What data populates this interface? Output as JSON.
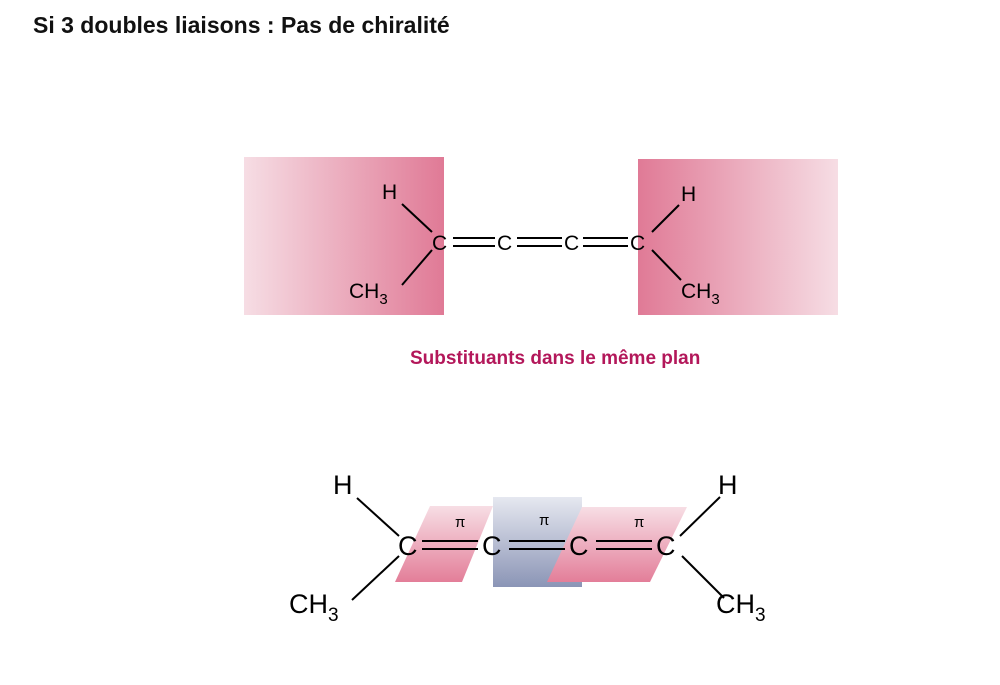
{
  "heading": "Si 3 doubles liaisons : Pas de chiralité",
  "caption": "Substituants dans le même plan",
  "colors": {
    "caption": "#b3175a",
    "plane_pink": "#e07a96",
    "plane_blue": "#8a95b8"
  },
  "top_molecule": {
    "left_h": "H",
    "left_ch": "CH",
    "left_sub": "3",
    "carbons": [
      "C",
      "C",
      "C",
      "C"
    ],
    "right_h": "H",
    "right_ch": "CH",
    "right_sub": "3"
  },
  "bottom_molecule": {
    "left_h": "H",
    "left_ch": "CH",
    "left_sub": "3",
    "carbons": [
      "C",
      "C",
      "C",
      "C"
    ],
    "pi_labels": [
      "π",
      "π",
      "π"
    ],
    "right_h": "H",
    "right_ch": "CH",
    "right_sub": "3"
  }
}
